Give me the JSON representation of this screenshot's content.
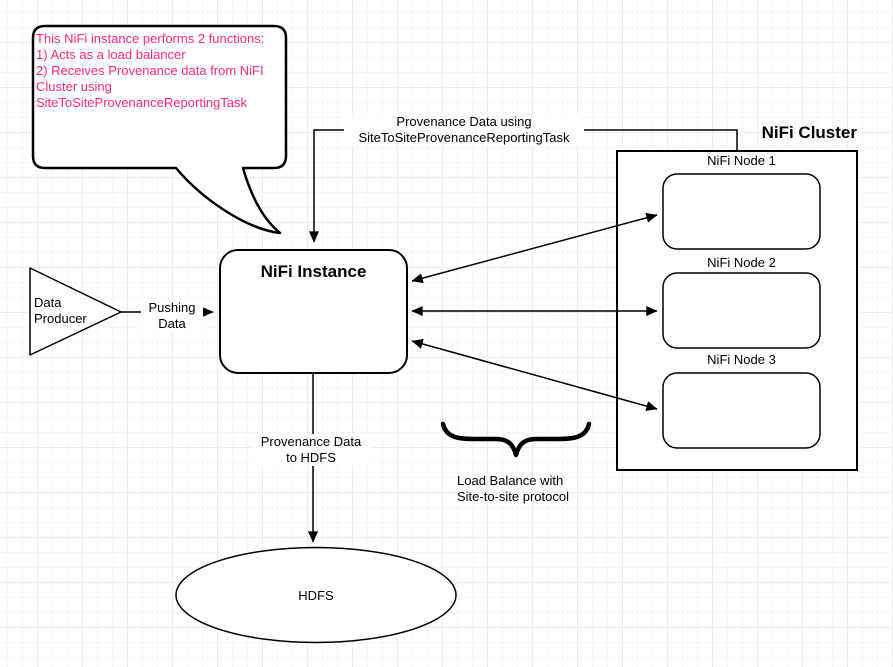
{
  "diagram": {
    "callout": {
      "text": "This NiFi instance performs 2 functions:\n1) Acts as a load balancer\n2) Receives Provenance data from NiFI\nCluster using\nSiteToSiteProvenanceReportingTask"
    },
    "data_producer": {
      "label": "Data\nProducer"
    },
    "pushing_data": {
      "label": "Pushing\nData"
    },
    "nifi_instance": {
      "label": "NiFi Instance"
    },
    "provenance_top": {
      "label": "Provenance Data using\nSiteToSiteProvenanceReportingTask"
    },
    "nifi_cluster": {
      "title": "NiFi Cluster",
      "nodes": [
        {
          "label": "NiFi Node 1"
        },
        {
          "label": "NiFi Node 2"
        },
        {
          "label": "NiFi Node 3"
        }
      ]
    },
    "provenance_hdfs": {
      "label": "Provenance Data\nto HDFS"
    },
    "load_balance": {
      "label": "Load Balance with\nSite-to-site protocol"
    },
    "hdfs": {
      "label": "HDFS"
    }
  },
  "colors": {
    "accent_pink": "#ff2a7f",
    "stroke": "#000000",
    "background": "#ffffff"
  }
}
